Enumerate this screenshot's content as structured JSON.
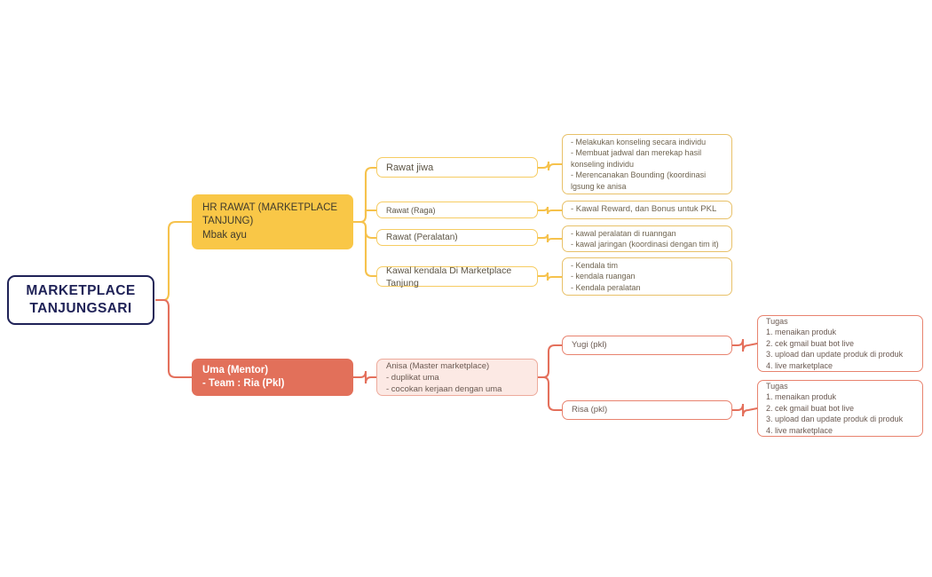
{
  "diagram": {
    "type": "mind-map",
    "background": "#ffffff",
    "colors": {
      "root_border": "#1f2257",
      "root_text": "#1f2257",
      "branch_yellow": "#f9c747",
      "branch_coral": "#e2705a",
      "outline_yellow": "#f6cc62",
      "outline_coral": "#e8836f",
      "anisa_fill": "#fce9e4",
      "body_text": "#6b5a52"
    }
  },
  "root": {
    "label": "MARKETPLACE\nTANJUNGSARI"
  },
  "branches": {
    "hr": {
      "label": "HR RAWAT (MARKETPLACE TANJUNG)\nMbak ayu",
      "children": {
        "rawat_jiwa": {
          "label": "Rawat jiwa",
          "detail": "- Melakukan konseling secara individu\n - Membuat jadwal dan merekap hasil konseling individu\n - Merencanakan Bounding (koordinasi lgsung ke anisa"
        },
        "rawat_raga": {
          "label": "Rawat (Raga)",
          "detail": "- Kawal Reward, dan Bonus untuk PKL"
        },
        "rawat_peralatan": {
          "label": "Rawat (Peralatan)",
          "detail": "- kawal peralatan di ruanngan\n- kawal jaringan (koordinasi dengan tim it)"
        },
        "kawal_kendala": {
          "label": "Kawal kendala Di Marketplace Tanjung",
          "detail": "- Kendala tim\n- kendala ruangan\n- Kendala peralatan"
        }
      }
    },
    "uma": {
      "label": "Uma (Mentor)\n   - Team : Ria (Pkl)",
      "child": {
        "anisa": {
          "label": "Anisa (Master marketplace)\n- duplikat uma\n- cocokan kerjaan dengan uma",
          "children": {
            "yugi": {
              "label": "Yugi (pkl)",
              "detail": "Tugas\n1. menaikan produk\n2. cek gmail buat bot live\n3. upload dan update produk di produk\n4. live marketplace"
            },
            "risa": {
              "label": "Risa (pkl)",
              "detail": "Tugas\n1. menaikan produk\n2. cek gmail buat bot live\n3. upload dan update produk di produk\n4. live marketplace"
            }
          }
        }
      }
    }
  }
}
